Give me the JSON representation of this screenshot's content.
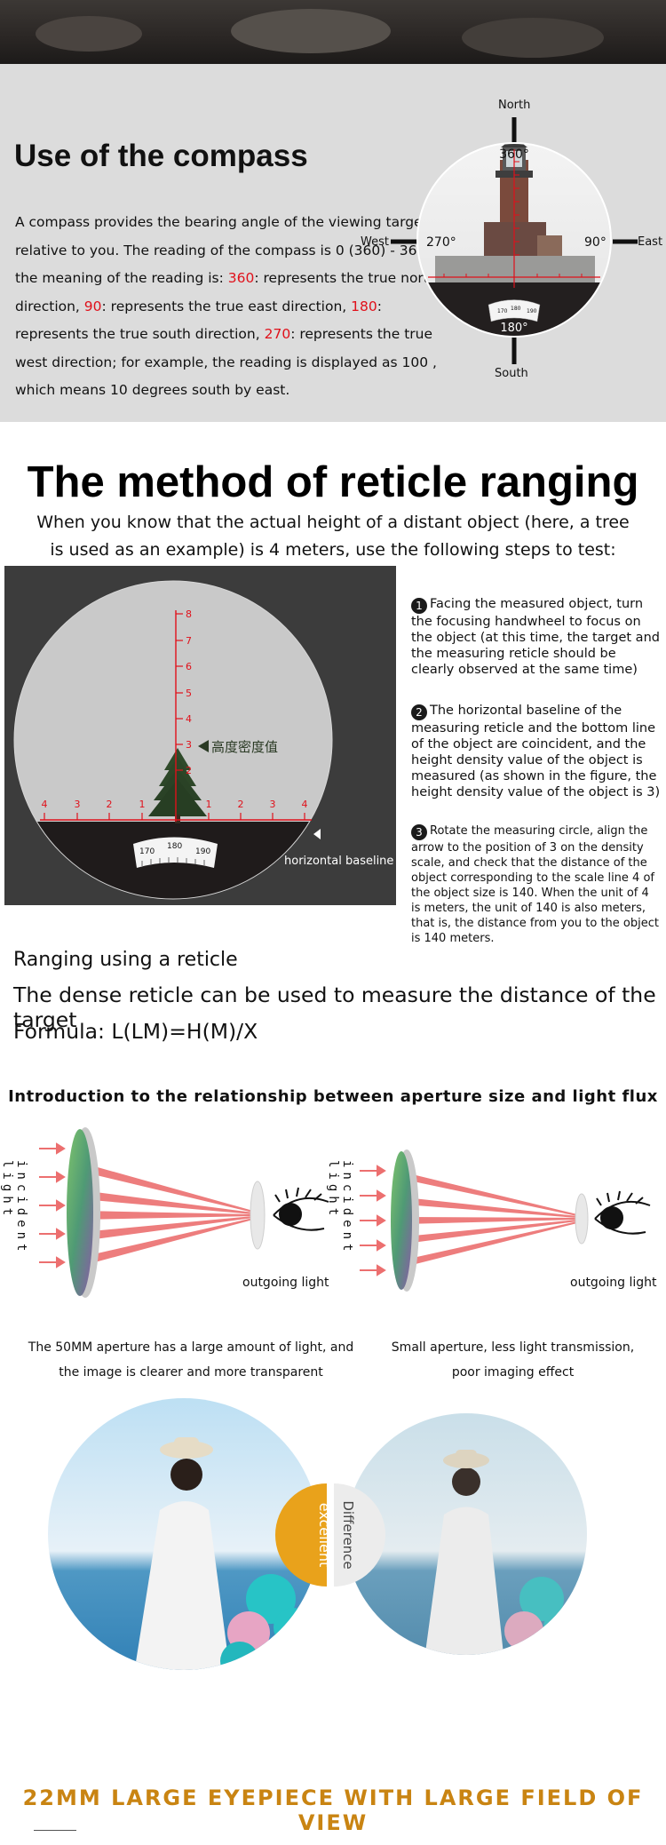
{
  "compass": {
    "title": "Use of the compass",
    "desc": {
      "p1": "A compass provides the bearing angle of the viewing target relative to you. The reading of the compass is 0 (360) - 360, the meaning of the reading is: ",
      "n360": "360",
      "p2": ": represents the true north direction, ",
      "n90": "90",
      "p3": ": represents the true east direction, ",
      "n180": "180",
      "p4": ": represents the true south direction, ",
      "n270": "270",
      "p5": ": represents the true west direction; for example, the reading is displayed as 100 , which means 10 degrees south by east."
    },
    "north": "North",
    "south": "South",
    "east": "East",
    "west": "West",
    "deg_top": "360°",
    "deg_left": "270°",
    "deg_right": "90°",
    "deg_bottom": "180°",
    "dial": [
      "170",
      "180",
      "190"
    ],
    "red_color": "#e0101a"
  },
  "reticle": {
    "title": "The method of reticle ranging",
    "subtitle": "When you know that the actual height of a distant object (here, a tree is used as an example) is 4 meters, use the following steps to test:",
    "vertical_scale": [
      "8",
      "7",
      "6",
      "5",
      "4",
      "3",
      "2"
    ],
    "horizontal_scale_left": [
      "4",
      "3",
      "2",
      "1"
    ],
    "horizontal_scale_right": [
      "1",
      "2",
      "3",
      "4"
    ],
    "density_label": "高度密度值",
    "baseline_label": "horizontal baseline",
    "dial": [
      "170",
      "180",
      "190"
    ],
    "steps": [
      {
        "num": "1",
        "text": "Facing the measured object, turn the focusing handwheel to focus on the object (at this time, the target and the measuring reticle should be clearly observed at the same time)"
      },
      {
        "num": "2",
        "text": "The horizontal baseline of the measuring reticle and the bottom line of the object are coincident, and the height density value of the object is measured (as shown in the figure, the height density value of the object is 3)"
      },
      {
        "num": "3",
        "text": "Rotate the measuring circle, align the arrow to the position of 3 on the density scale, and check that the distance of the object corresponding to the scale line 4 of the object size is 140. When the unit of 4 is meters, the unit of 140 is also meters, that is, the distance from you to the object is 140 meters."
      }
    ],
    "ranging_heading": "Ranging using a reticle",
    "ranging_desc": "The dense reticle can be used to measure the distance of the target",
    "formula": "Formula: L(LM)=H(M)/X"
  },
  "aperture": {
    "title": "Introduction to the relationship between aperture size and light flux",
    "incident": "incident light",
    "outgoing": "outgoing light",
    "caption_large": "The 50MM aperture has a large amount of light, and the image is clearer and more transparent",
    "caption_small": "Small aperture, less light transmission, poor imaging effect",
    "beam_color": "#ec6f6f"
  },
  "comparison": {
    "excellent": "excellent",
    "difference": "Difference",
    "accent": "#e9a21b"
  },
  "footer": {
    "title": "22MM LARGE EYEPIECE WITH LARGE FIELD OF VIEW",
    "title_color": "#c98412"
  }
}
